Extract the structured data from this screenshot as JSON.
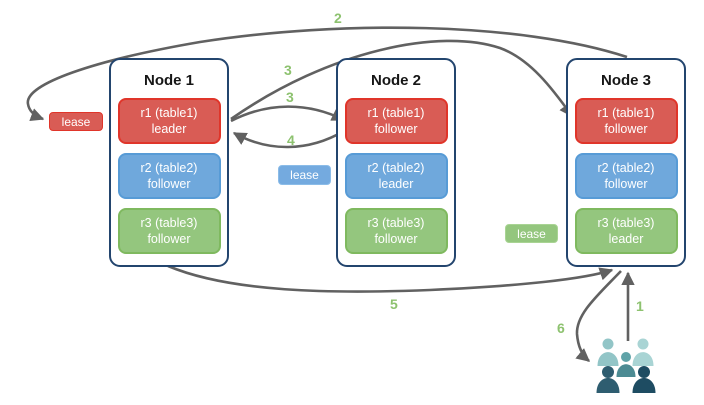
{
  "nodes": [
    {
      "title": "Node 1",
      "replicas": [
        {
          "name": "r1 (table1)",
          "role": "leader",
          "color": "#d95c55"
        },
        {
          "name": "r2 (table2)",
          "role": "follower",
          "color": "#6fa8dc"
        },
        {
          "name": "r3 (table3)",
          "role": "follower",
          "color": "#94c67e"
        }
      ]
    },
    {
      "title": "Node 2",
      "replicas": [
        {
          "name": "r1 (table1)",
          "role": "follower",
          "color": "#d95c55"
        },
        {
          "name": "r2 (table2)",
          "role": "leader",
          "color": "#6fa8dc"
        },
        {
          "name": "r3 (table3)",
          "role": "follower",
          "color": "#94c67e"
        }
      ]
    },
    {
      "title": "Node 3",
      "replicas": [
        {
          "name": "r1 (table1)",
          "role": "follower",
          "color": "#d95c55"
        },
        {
          "name": "r2 (table2)",
          "role": "follower",
          "color": "#6fa8dc"
        },
        {
          "name": "r3 (table3)",
          "role": "leader",
          "color": "#94c67e"
        }
      ]
    }
  ],
  "leases": [
    {
      "label": "lease",
      "color": "#d95c55"
    },
    {
      "label": "lease",
      "color": "#74aadf"
    },
    {
      "label": "lease",
      "color": "#94c67e"
    }
  ],
  "steps": {
    "s1": "1",
    "s2": "2",
    "s3a": "3",
    "s3b": "3",
    "s4": "4",
    "s5": "5",
    "s6": "6"
  },
  "icons": {
    "users_icon": "users-group"
  },
  "colors": {
    "node_border": "#23456e",
    "arrow": "#616161",
    "step_label": "#8dc26f",
    "people_light": "#92c5c7",
    "people_lighter": "#a9d4d4",
    "people_mid_head": "#5fa3a8",
    "people_mid_body": "#4c8b93",
    "people_dark": "#2e5d70",
    "people_darker": "#1e4c62"
  }
}
